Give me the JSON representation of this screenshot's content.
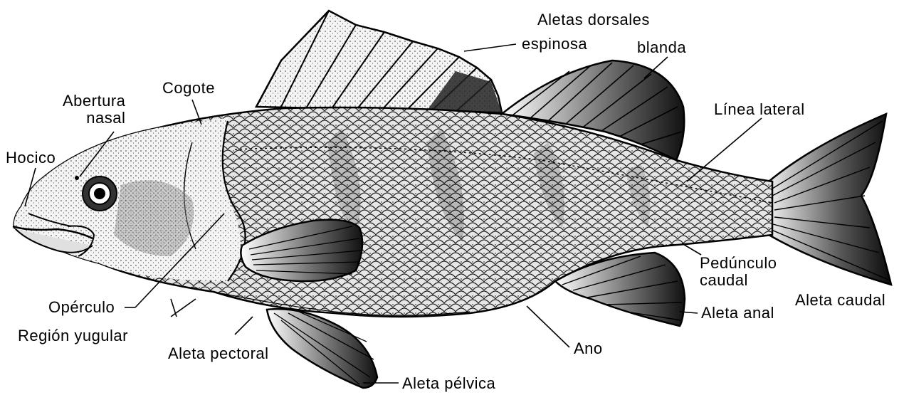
{
  "labels": {
    "aletas_dorsales": "Aletas dorsales",
    "espinosa": "espinosa",
    "blanda": "blanda",
    "cogote": "Cogote",
    "abertura_nasal": "Abertura\nnasal",
    "hocico": "Hocico",
    "linea_lateral": "Línea lateral",
    "pedunculo_caudal": "Pedúnculo\ncaudal",
    "aleta_caudal": "Aleta caudal",
    "aleta_anal": "Aleta anal",
    "ano": "Ano",
    "aleta_pelvica": "Aleta pélvica",
    "aleta_pectoral": "Aleta pectoral",
    "region_yugular": "Región yugular",
    "operculo": "Opérculo"
  },
  "colors": {
    "ink": "#000000",
    "paper": "#ffffff",
    "body_fill": "#d9d9d9",
    "fin_fill": "#3a3a3a"
  }
}
